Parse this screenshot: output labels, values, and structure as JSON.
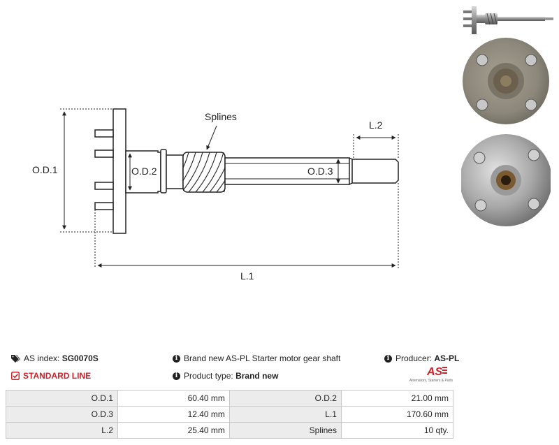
{
  "diagram": {
    "label_od1": "O.D.1",
    "label_od2": "O.D.2",
    "label_od3": "O.D.3",
    "label_l1": "L.1",
    "label_l2": "L.2",
    "label_splines": "Splines"
  },
  "info": {
    "as_index_label": "AS index:",
    "as_index_value": "SG0070S",
    "line_label": "STANDARD LINE",
    "description": "Brand new AS-PL Starter motor gear shaft",
    "product_type_label": "Product type:",
    "product_type_value": "Brand new",
    "producer_label": "Producer:",
    "producer_value": "AS-PL"
  },
  "logo": {
    "mark": "AS",
    "tagline": "Alternators, Starters & Parts"
  },
  "specs": {
    "rows": [
      [
        {
          "label": "O.D.1",
          "value": "60.40 mm"
        },
        {
          "label": "O.D.2",
          "value": "21.00 mm"
        }
      ],
      [
        {
          "label": "O.D.3",
          "value": "12.40 mm"
        },
        {
          "label": "L.1",
          "value": "170.60 mm"
        }
      ],
      [
        {
          "label": "L.2",
          "value": "25.40 mm"
        },
        {
          "label": "Splines",
          "value": "10 qty."
        }
      ]
    ]
  },
  "colors": {
    "accent_red": "#d0202a",
    "label_bg": "#ececec",
    "border": "#c8c8c8"
  },
  "icons": [
    "tags-icon",
    "info-icon",
    "check-square-icon"
  ]
}
